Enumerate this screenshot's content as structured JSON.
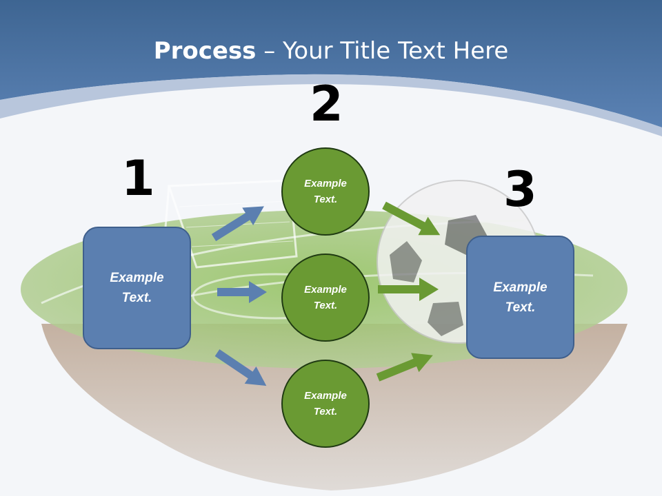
{
  "slide": {
    "title_bold": "Process",
    "title_rest": " – Your Title Text Here",
    "step_numbers": [
      "1",
      "2",
      "3"
    ],
    "left_box_text": "Example\nText.",
    "right_box_text": "Example\nText.",
    "circles": [
      "Example\nText.",
      "Example\nText.",
      "Example\nText."
    ]
  },
  "colors": {
    "header_blue": "#4a6f9c",
    "box_fill": "#5b7fb0",
    "circle_fill": "#6a9a33",
    "blue_arrow": "#5b7fb0",
    "green_arrow": "#6a9a33"
  },
  "icons": {
    "background": "soccer-field-island-illustration",
    "arrows": "arrow-icon"
  }
}
